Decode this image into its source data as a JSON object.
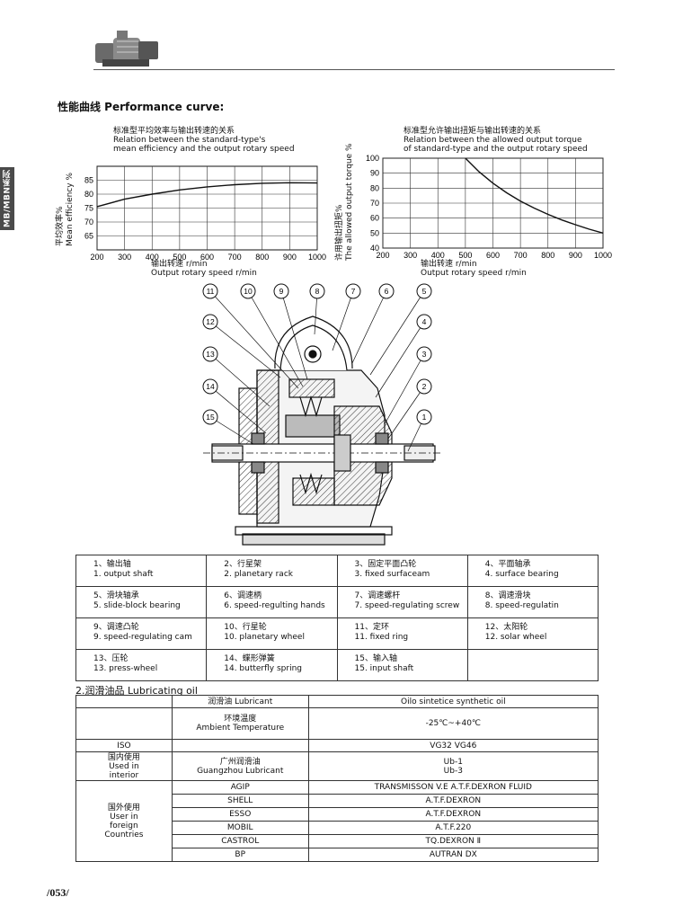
{
  "header": {
    "series_tab": "MB/MBN系列"
  },
  "section_title": "性能曲线 Performance curve:",
  "left_chart": {
    "caption_cn": "标准型平均效率与输出转速的关系",
    "caption_en1": "Relation between the standard-type's",
    "caption_en2": "mean efficiency and the output rotary speed",
    "ylabel_cn": "平均效率%",
    "ylabel_en": "Mean efficiency %",
    "xlabel_cn": "输出转速 r/min",
    "xlabel_en": "Output rotary speed r/min"
  },
  "right_chart": {
    "caption_cn": "标准型允许输出扭矩与输出转速的关系",
    "caption_en1": "Relation between the allowed output torque",
    "caption_en2": "of standard-type and the output rotary speed",
    "ylabel_cn": "许用输出扭矩%",
    "ylabel_en": "The allowed output torque %",
    "xlabel_cn": "输出转速 r/min",
    "xlabel_en": "Output rotary speed r/min"
  },
  "chart_data": [
    {
      "type": "line",
      "xlim": [
        200,
        1000
      ],
      "ylim": [
        60,
        90
      ],
      "x_ticks": [
        200,
        300,
        400,
        500,
        600,
        700,
        800,
        900,
        1000
      ],
      "y_ticks": [
        65,
        70,
        75,
        80,
        85
      ],
      "grid": true,
      "series": [
        {
          "x": [
            200,
            300,
            400,
            500,
            600,
            700,
            800,
            900,
            1000
          ],
          "y": [
            75.5,
            78.2,
            80.0,
            81.5,
            82.6,
            83.4,
            83.9,
            84.1,
            84.0
          ]
        }
      ]
    },
    {
      "type": "line",
      "xlim": [
        200,
        1000
      ],
      "ylim": [
        40,
        100
      ],
      "x_ticks": [
        200,
        300,
        400,
        500,
        600,
        700,
        800,
        900,
        1000
      ],
      "y_ticks": [
        40,
        50,
        60,
        70,
        80,
        90,
        100
      ],
      "grid": true,
      "series": [
        {
          "x": [
            500,
            550,
            600,
            650,
            700,
            750,
            800,
            850,
            900,
            950,
            1000
          ],
          "y": [
            100,
            90.9,
            83.3,
            76.9,
            71.4,
            66.7,
            62.5,
            58.8,
            55.6,
            52.6,
            50
          ]
        }
      ]
    }
  ],
  "callouts": [
    "11",
    "10",
    "9",
    "8",
    "7",
    "6",
    "5",
    "12",
    "4",
    "13",
    "3",
    "14",
    "2",
    "15",
    "1"
  ],
  "parts": [
    [
      {
        "cn": "1、输出轴",
        "en": "1. output shaft"
      },
      {
        "cn": "2、行星架",
        "en": "2. planetary rack"
      },
      {
        "cn": "3、固定平面凸轮",
        "en": "3. fixed surfaceam"
      },
      {
        "cn": "4、平面轴承",
        "en": "4. surface bearing"
      }
    ],
    [
      {
        "cn": "5、滑块轴承",
        "en": "5. slide-block bearing"
      },
      {
        "cn": "6、调速柄",
        "en": "6. speed-regulting hands"
      },
      {
        "cn": "7、调速螺杆",
        "en": "7. speed-regulating screw"
      },
      {
        "cn": "8、调速滑块",
        "en": "8. speed-regulatin"
      }
    ],
    [
      {
        "cn": "9、调速凸轮",
        "en": "9. speed-regulating cam"
      },
      {
        "cn": "10、行星轮",
        "en": "10. planetary wheel"
      },
      {
        "cn": "11、定环",
        "en": "11. fixed ring"
      },
      {
        "cn": "12、太阳轮",
        "en": "12. solar wheel"
      }
    ],
    [
      {
        "cn": "13、压轮",
        "en": "13. press-wheel"
      },
      {
        "cn": "14、蝶形弹簧",
        "en": "14. butterfly spring"
      },
      {
        "cn": "15、输入轴",
        "en": "15. input shaft"
      },
      {
        "cn": "",
        "en": ""
      }
    ]
  ],
  "lubrication": {
    "title": "2.润滑油品   Lubricating oil",
    "lubricant_hdr": "润滑油 Lubricant",
    "oil_hdr": "Oilo sintetice synthetic oil",
    "ambient_cn": "环境温度",
    "ambient_en": "Ambient Temperature",
    "ambient_val": "-25℃~+40℃",
    "iso": "ISO",
    "iso_val": "VG32    VG46",
    "domestic_1": "国内使用",
    "domestic_2": "Used in",
    "domestic_3": "interior",
    "gz_cn": "广州润滑油",
    "gz_en": "Guangzhou Lubricant",
    "gz_val1": "Ub-1",
    "gz_val2": "Ub-3",
    "foreign_1": "国外使用",
    "foreign_2": "User in",
    "foreign_3": "foreign",
    "foreign_4": "Countries",
    "brands": [
      {
        "name": "AGIP",
        "value": "TRANSMISSON  V.E    A.T.F.DEXRON FLUID"
      },
      {
        "name": "SHELL",
        "value": "A.T.F.DEXRON"
      },
      {
        "name": "ESSO",
        "value": "A.T.F.DEXRON"
      },
      {
        "name": "MOBIL",
        "value": "A.T.F.220"
      },
      {
        "name": "CASTROL",
        "value": "TQ.DEXRON  Ⅱ"
      },
      {
        "name": "BP",
        "value": "AUTRAN DX"
      }
    ]
  },
  "page_number": "053"
}
